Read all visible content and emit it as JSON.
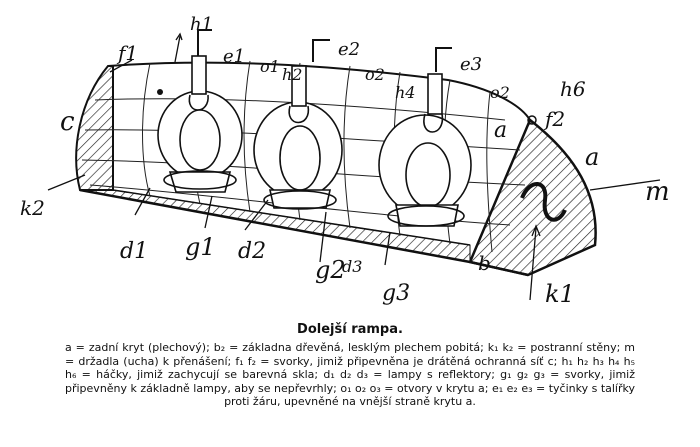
{
  "figure": {
    "labels": {
      "f1": "f1",
      "h1": "h1",
      "e1": "e1",
      "o1": "o1",
      "h2": "h2",
      "e2": "e2",
      "o2": "o2",
      "h4": "h4",
      "e3": "e3",
      "o2b": "o2",
      "h6": "h6",
      "f2": "f2",
      "a_top": "a",
      "a_side": "a",
      "m": "m",
      "c": "c",
      "k2": "k2",
      "d1": "d1",
      "g1": "g1",
      "d2": "d2",
      "g2": "g2",
      "d3": "d3",
      "g3": "g3",
      "b": "b",
      "k1": "k1"
    }
  },
  "caption": {
    "title": "Dolejší rampa.",
    "text": "a = zadní kryt (plechový); b₂ = základna dřevěná, lesklým plechem pobitá; k₁ k₂ = postranní stěny; m = držadla (ucha) k přenášení; f₁ f₂ = svorky, jimiž připevněna je drátěná ochranná síť c; h₁ h₂ h₃ h₄ h₅ h₆ = háčky, jimiž zachycují se barevná skla; d₁ d₂ d₃ = lampy s reflektory; g₁ g₂ g₃ = svorky, jimiž připevněny k základně lampy, aby se nepřevrhly; o₁ o₂ o₃ = otvory v krytu a; e₁ e₂ e₃ = tyčinky s talířky proti žáru, upevněné na vnější straně krytu a."
  }
}
